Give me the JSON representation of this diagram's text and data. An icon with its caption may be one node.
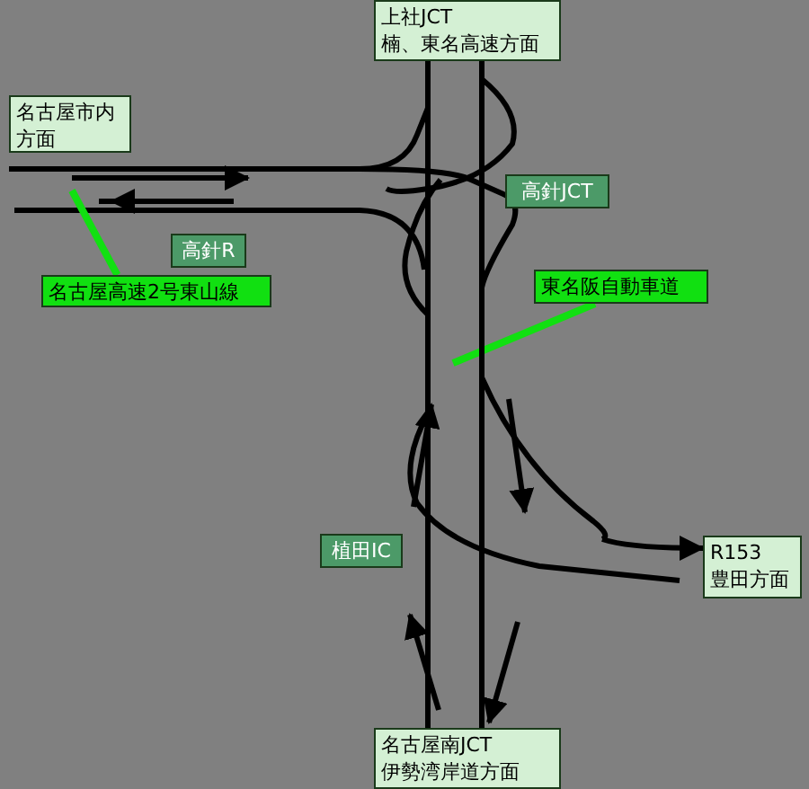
{
  "diagram": {
    "nodes": [
      {
        "text": [
          "上社JCT 楠、東名高速方面"
        ]
      },
      {
        "text": [
          "名古屋市内方面"
        ]
      },
      {
        "text": [
          "高針R"
        ]
      },
      {
        "text": [
          "高針JCT"
        ]
      },
      {
        "text": [
          "名古屋高速2号東山線"
        ]
      },
      {
        "text": [
          "東名阪自動車道"
        ]
      },
      {
        "text": [
          "植田IC"
        ]
      },
      {
        "text": [
          "R153 豊田方面"
        ]
      },
      {
        "text": [
          "名古屋南JCT 伊勢湾岸道方面"
        ]
      }
    ],
    "edges": [
      {
        "from": 4,
        "to": null,
        "arrow": "none",
        "color": "#11e011"
      },
      {
        "from": 5,
        "to": null,
        "arrow": "none",
        "color": "#11e011"
      },
      {
        "from": 0,
        "to": 8,
        "arrow": "none"
      },
      {
        "from": 0,
        "to": 8,
        "arrow": "none"
      },
      {
        "from": null,
        "to": 7,
        "arrow": "to"
      }
    ]
  }
}
